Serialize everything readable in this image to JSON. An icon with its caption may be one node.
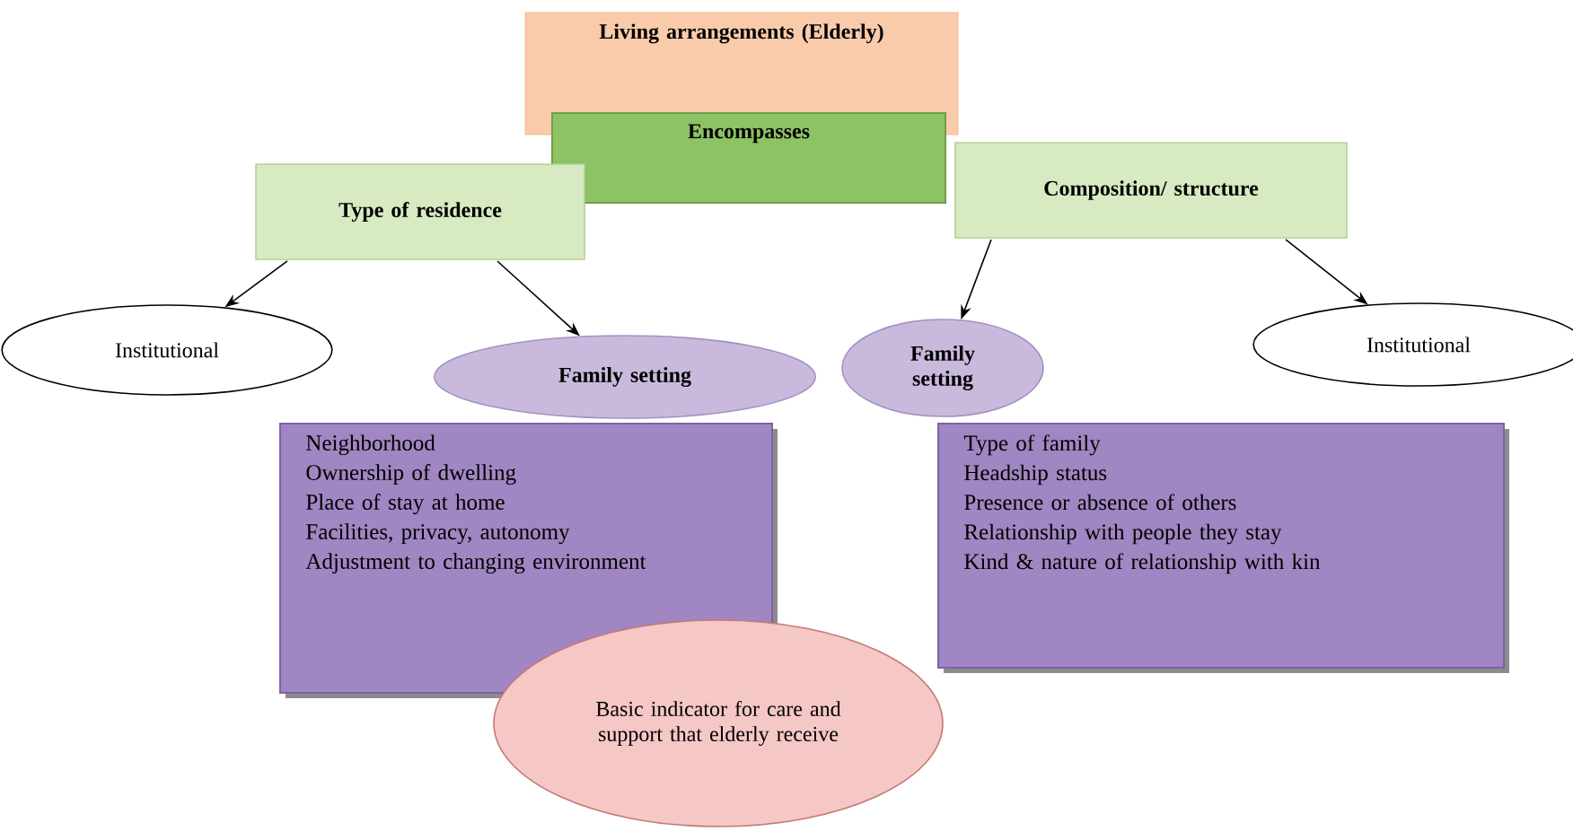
{
  "diagram": {
    "nodes": [
      {
        "text": [
          "Living arrangements (Elderly)"
        ]
      },
      {
        "text": [
          "Encompasses"
        ]
      },
      {
        "text": [
          "Type of residence"
        ]
      },
      {
        "text": [
          "Composition/ structure"
        ]
      },
      {
        "text": [
          "Institutional"
        ]
      },
      {
        "text": [
          "Family setting"
        ]
      },
      {
        "text": [
          "Family setting"
        ]
      },
      {
        "text": [
          "Institutional"
        ]
      },
      {
        "text": [
          "Neighborhood",
          "Ownership of dwelling",
          "Place of stay at home",
          "Facilities, privacy, autonomy",
          "Adjustment to changing environment"
        ]
      },
      {
        "text": [
          "Type of family",
          "Headship status",
          "Presence or absence of others",
          "Relationship with people they stay",
          "Kind & nature of relationship with kin"
        ]
      },
      {
        "text": [
          "Basic indicator for care and support that elderly receive"
        ]
      }
    ],
    "edges": [
      {
        "from": 2,
        "to": 4,
        "arrow": "to"
      },
      {
        "from": 2,
        "to": 5,
        "arrow": "to"
      },
      {
        "from": 3,
        "to": 6,
        "arrow": "to"
      },
      {
        "from": 3,
        "to": 7,
        "arrow": "to"
      }
    ]
  }
}
